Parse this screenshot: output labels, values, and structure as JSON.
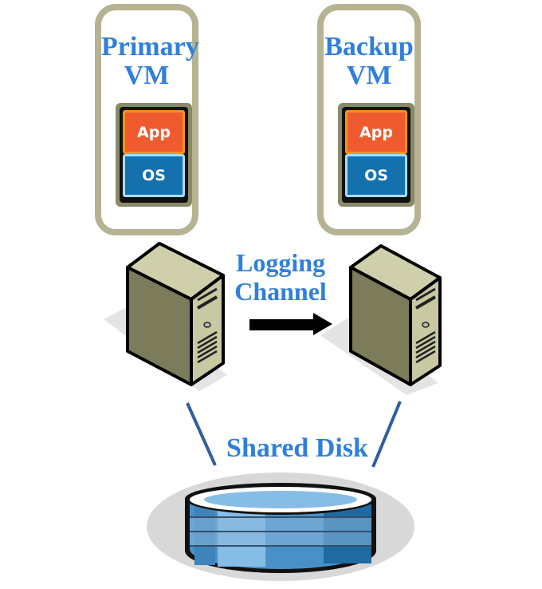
{
  "primary_vm": {
    "title_line1": "Primary",
    "title_line2": "VM",
    "app_label": "App",
    "os_label": "OS"
  },
  "backup_vm": {
    "title_line1": "Backup",
    "title_line2": "VM",
    "app_label": "App",
    "os_label": "OS"
  },
  "logging_channel": {
    "line1": "Logging",
    "line2": "Channel"
  },
  "shared_disk": {
    "label": "Shared Disk"
  },
  "colors": {
    "label_blue": "#2f7fdc",
    "vm_border": "#b5b391",
    "app_orange": "#ef5b2f",
    "os_blue": "#1471ad",
    "server_face": "#7a7a58",
    "disk_blue": "#4a90c8"
  }
}
